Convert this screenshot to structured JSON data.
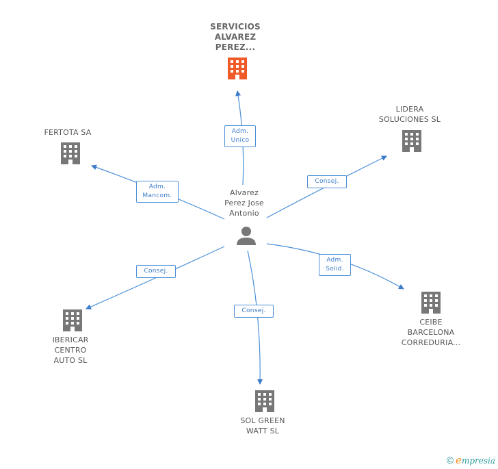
{
  "center": {
    "label_lines": [
      "Alvarez",
      "Perez Jose",
      "Antonio"
    ],
    "icon": "person-icon"
  },
  "companies": [
    {
      "id": "servicios",
      "lines": [
        "SERVICIOS",
        "ALVAREZ",
        "PEREZ..."
      ],
      "highlight": true
    },
    {
      "id": "lidera",
      "lines": [
        "LIDERA",
        "SOLUCIONES SL"
      ]
    },
    {
      "id": "fertota",
      "lines": [
        "FERTOTA SA"
      ]
    },
    {
      "id": "ceibe",
      "lines": [
        "CEIBE",
        "BARCELONA",
        "CORREDURIA..."
      ]
    },
    {
      "id": "ibericar",
      "lines": [
        "IBERICAR",
        "CENTRO",
        "AUTO SL"
      ]
    },
    {
      "id": "solgreen",
      "lines": [
        "SOL GREEN",
        "WATT SL"
      ]
    }
  ],
  "relations": [
    {
      "id": "r-servicios",
      "lines": [
        "Adm.",
        "Unico"
      ]
    },
    {
      "id": "r-lidera",
      "lines": [
        "Consej."
      ]
    },
    {
      "id": "r-fertota",
      "lines": [
        "Adm.",
        "Mancom."
      ]
    },
    {
      "id": "r-ceibe",
      "lines": [
        "Adm.",
        "Solid."
      ]
    },
    {
      "id": "r-ibericar",
      "lines": [
        "Consej."
      ]
    },
    {
      "id": "r-solgreen",
      "lines": [
        "Consej."
      ]
    }
  ],
  "colors": {
    "edge": "#4a8fd8",
    "building": "#777777",
    "highlight": "#f05a28",
    "person": "#777777"
  },
  "footer": {
    "copyright": "©",
    "brand_first": "e",
    "brand_rest": "mpresia"
  }
}
